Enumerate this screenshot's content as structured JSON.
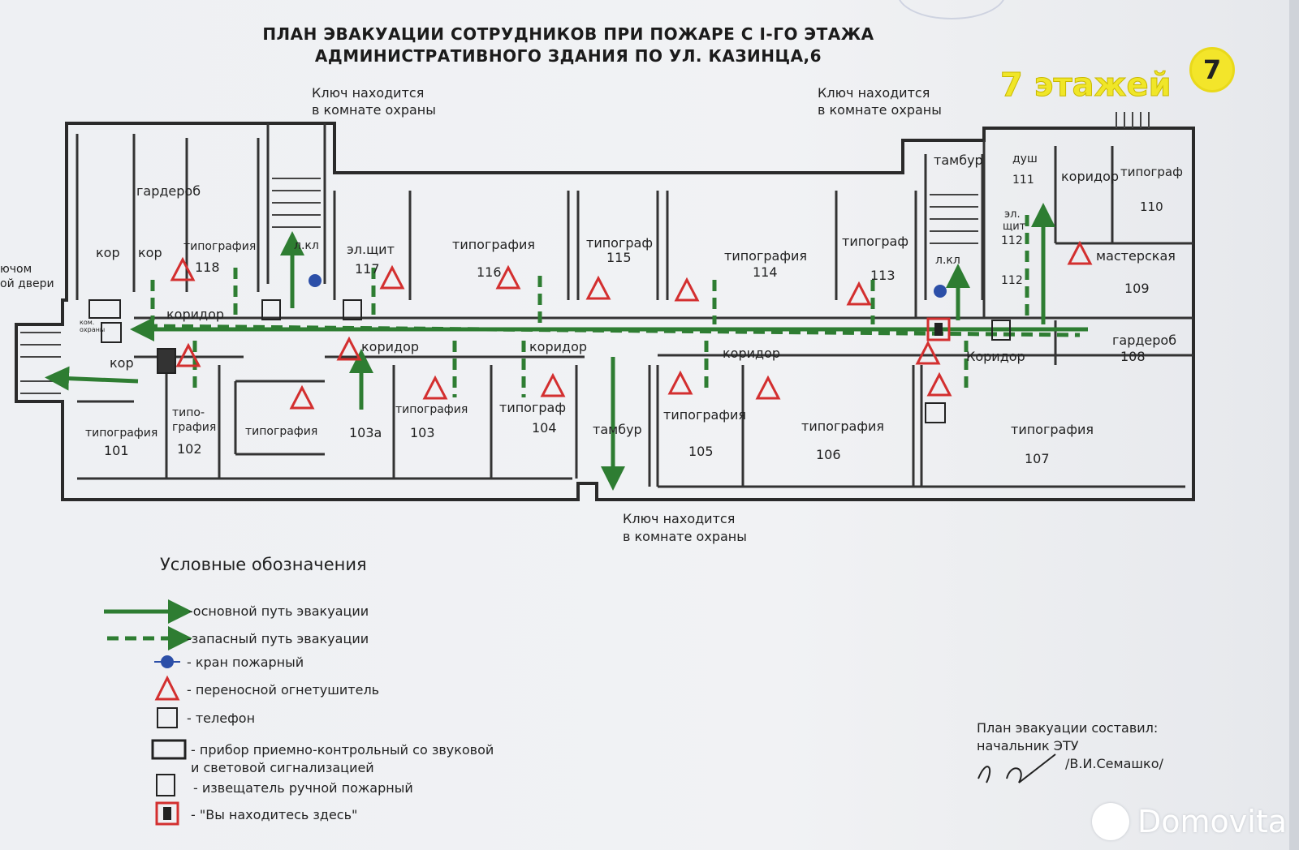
{
  "header": {
    "title_line1": "ПЛАН ЭВАКУАЦИИ СОТРУДНИКОВ  ПРИ ПОЖАРЕ С I-ГО ЭТАЖА",
    "title_line2": "АДМИНИСТРАТИВНОГО ЗДАНИЯ ПО УЛ. КАЗИНЦА,6",
    "floors_badge": "7 этажей",
    "floors_icon": "7"
  },
  "key_notes": {
    "key_note_line1": "Ключ находится",
    "key_note_line2": "в комнате охраны",
    "key_left_cut_1": "ючом",
    "key_left_cut_2": "ой двери"
  },
  "rooms": [
    {
      "id": "r118",
      "label": "типография",
      "number": "118"
    },
    {
      "id": "r117",
      "label": "эл.щит",
      "number": "117"
    },
    {
      "id": "r116",
      "label": "типография",
      "number": "116"
    },
    {
      "id": "r115",
      "label": "типограф",
      "number": "115"
    },
    {
      "id": "r114",
      "label": "типография",
      "number": "114"
    },
    {
      "id": "r113",
      "label": "типограф",
      "number": "113"
    },
    {
      "id": "r111",
      "label": "душ",
      "number": "111"
    },
    {
      "id": "r110",
      "label": "типограф",
      "number": "110"
    },
    {
      "id": "r112a",
      "label": "эл.",
      "number": "щит"
    },
    {
      "id": "r112b",
      "label": "",
      "number": "112"
    },
    {
      "id": "r112c",
      "label": "",
      "number": "112"
    },
    {
      "id": "r109",
      "label": "мастерская",
      "number": "109"
    },
    {
      "id": "r108",
      "label": "гардероб",
      "number": "108"
    },
    {
      "id": "r101",
      "label": "типография",
      "number": "101"
    },
    {
      "id": "r102",
      "label": "типо-графия",
      "number": "102"
    },
    {
      "id": "r103a",
      "label": "типография",
      "number": "103а"
    },
    {
      "id": "r103",
      "label": "типография",
      "number": "103"
    },
    {
      "id": "r104",
      "label": "типограф",
      "number": "104"
    },
    {
      "id": "r105",
      "label": "типография",
      "number": "105"
    },
    {
      "id": "r106",
      "label": "типография",
      "number": "106"
    },
    {
      "id": "r107",
      "label": "типография",
      "number": "107"
    }
  ],
  "labels": {
    "wardrobe": "гардероб",
    "kor1": "кор",
    "kor2": "кор",
    "kor3": "кор",
    "corridor1": "коридор",
    "corridor2": "коридор",
    "corridor3": "коридор",
    "corridor4": "коридор",
    "corridor5": "Коридор",
    "corridor6": "коридор",
    "stair_left": "л.кл",
    "stair_right": "л.кл",
    "tambur1": "тамбур",
    "tambur2": "тамбур",
    "guard_room": "ком. охраны"
  },
  "legend": {
    "title": "Условные обозначения",
    "items": [
      {
        "icon": "solid-arrow-icon",
        "text": "-основной путь эвакуации"
      },
      {
        "icon": "dashed-arrow-icon",
        "text": "-запасный путь эвакуации"
      },
      {
        "icon": "fire-hydrant-icon",
        "text": "- кран пожарный"
      },
      {
        "icon": "extinguisher-icon",
        "text": " - переносной огнетушитель"
      },
      {
        "icon": "phone-icon",
        "text": " - телефон"
      },
      {
        "icon": "alarm-panel-icon",
        "text": " - прибор приемно-контрольный со звуковой"
      },
      {
        "icon": "",
        "text": "   и световой сигнализацией"
      },
      {
        "icon": "manual-call-point-icon",
        "text": " - извещатель ручной пожарный"
      },
      {
        "icon": "you-are-here-icon",
        "text": " - \"Вы находитесь здесь\""
      }
    ]
  },
  "signature": {
    "line1": "План эвакуации составил:",
    "line2": "начальник ЭТУ",
    "name": "/В.И.Семашко/"
  },
  "watermark": "Domovita",
  "colors": {
    "evac_green": "#2e7d32",
    "wall": "#2a2a2a",
    "extinguisher_red": "#d32f2f",
    "badge_yellow": "#f0e628"
  }
}
